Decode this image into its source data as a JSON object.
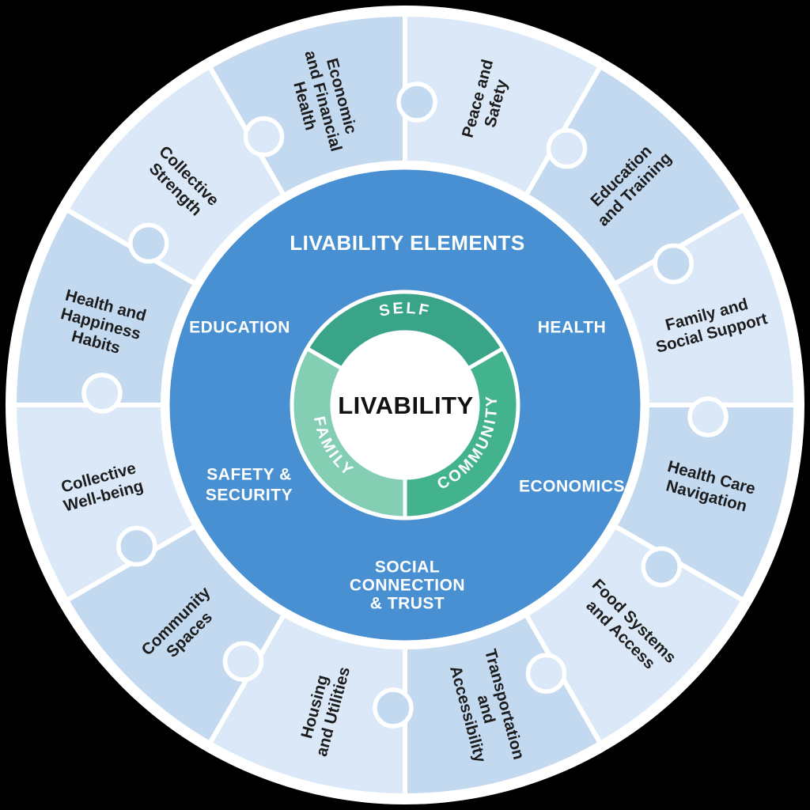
{
  "background_color": "#000000",
  "colors": {
    "outer_piece_light": "#dbe8f7",
    "outer_piece_dark": "#c3d9f0",
    "ring_blue": "#4890d2",
    "self_green": "#3aa489",
    "community_green": "#43b38e",
    "family_green": "#84cfb3",
    "rim_white": "#ffffff",
    "outer_label_text": "#1c1c1c",
    "center_text": "#111111"
  },
  "center": {
    "label": "LIVABILITY"
  },
  "inner_ring": {
    "segments": [
      {
        "id": "self",
        "label": "SELF",
        "color_key": "self_green"
      },
      {
        "id": "community",
        "label": "COMMUNITY",
        "color_key": "community_green"
      },
      {
        "id": "family",
        "label": "FAMILY",
        "color_key": "family_green"
      }
    ]
  },
  "middle_ring": {
    "title": "LIVABILITY ELEMENTS",
    "labels": [
      {
        "id": "education",
        "lines": [
          "EDUCATION"
        ]
      },
      {
        "id": "health",
        "lines": [
          "HEALTH"
        ]
      },
      {
        "id": "safety-security",
        "lines": [
          "SAFETY &",
          "SECURITY"
        ]
      },
      {
        "id": "economics",
        "lines": [
          "ECONOMICS"
        ]
      },
      {
        "id": "social-connection-trust",
        "lines": [
          "SOCIAL",
          "CONNECTION",
          "& TRUST"
        ]
      }
    ]
  },
  "outer_ring": {
    "pieces": [
      {
        "id": "peace-and-safety",
        "label": "Peace and Safety",
        "lines": [
          "Peace and",
          "Safety"
        ],
        "shade": "light"
      },
      {
        "id": "education-and-training",
        "label": "Education and Training",
        "lines": [
          "Education",
          "and Training"
        ],
        "shade": "dark"
      },
      {
        "id": "family-and-social-support",
        "label": "Family and Social Support",
        "lines": [
          "Family and",
          "Social Support"
        ],
        "shade": "light"
      },
      {
        "id": "health-care-navigation",
        "label": "Health Care Navigation",
        "lines": [
          "Health Care",
          "Navigation"
        ],
        "shade": "dark"
      },
      {
        "id": "food-systems-and-access",
        "label": "Food Systems and Access",
        "lines": [
          "Food Systems",
          "and Access"
        ],
        "shade": "light"
      },
      {
        "id": "transportation-and-accessibility",
        "label": "Transportation and Accessibility",
        "lines": [
          "Transportation",
          "and",
          "Accessibility"
        ],
        "shade": "dark"
      },
      {
        "id": "housing-and-utilities",
        "label": "Housing and Utilities",
        "lines": [
          "Housing",
          "and Utilities"
        ],
        "shade": "light"
      },
      {
        "id": "community-spaces",
        "label": "Community Spaces",
        "lines": [
          "Community",
          "Spaces"
        ],
        "shade": "dark"
      },
      {
        "id": "collective-well-being",
        "label": "Collective Well-being",
        "lines": [
          "Collective",
          "Well-being"
        ],
        "shade": "light"
      },
      {
        "id": "health-and-happiness-habits",
        "label": "Health and Happiness Habits",
        "lines": [
          "Health and",
          "Happiness",
          "Habits"
        ],
        "shade": "dark"
      },
      {
        "id": "collective-strength",
        "label": "Collective Strength",
        "lines": [
          "Collective",
          "Strength"
        ],
        "shade": "light"
      },
      {
        "id": "economic-and-financial-health",
        "label": "Economic and Financial Health",
        "lines": [
          "Economic",
          "and Financial",
          "Health"
        ],
        "shade": "dark"
      }
    ]
  }
}
